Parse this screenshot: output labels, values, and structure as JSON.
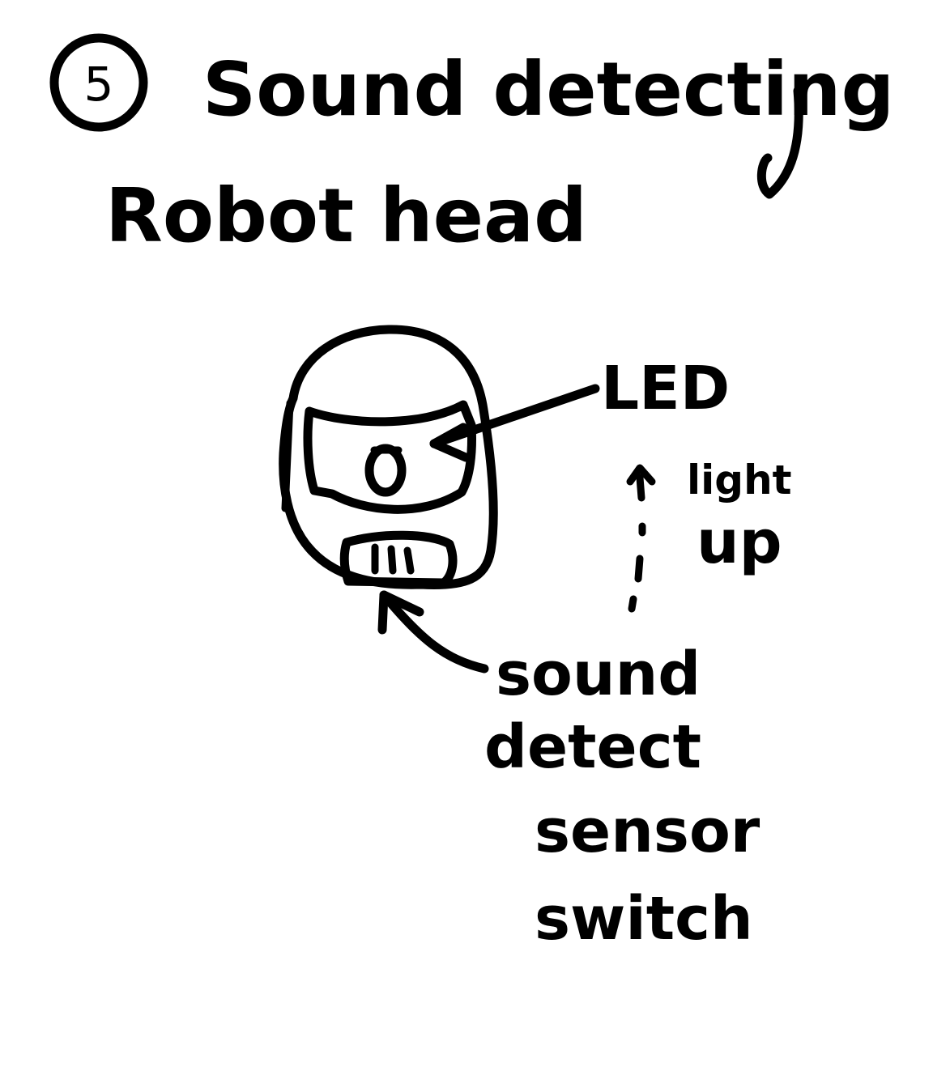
{
  "title": {
    "number": "5",
    "line1": "Sound detecting",
    "line2": "Robot head"
  },
  "labels": {
    "led": "LED",
    "light_line1": "light",
    "light_line2": "up",
    "sensor_line1": "sound",
    "sensor_line2": "detect",
    "sensor_line3": "sensor",
    "sensor_line4": "switch"
  },
  "colors": {
    "ink": "#000000",
    "paper": "#ffffff"
  }
}
